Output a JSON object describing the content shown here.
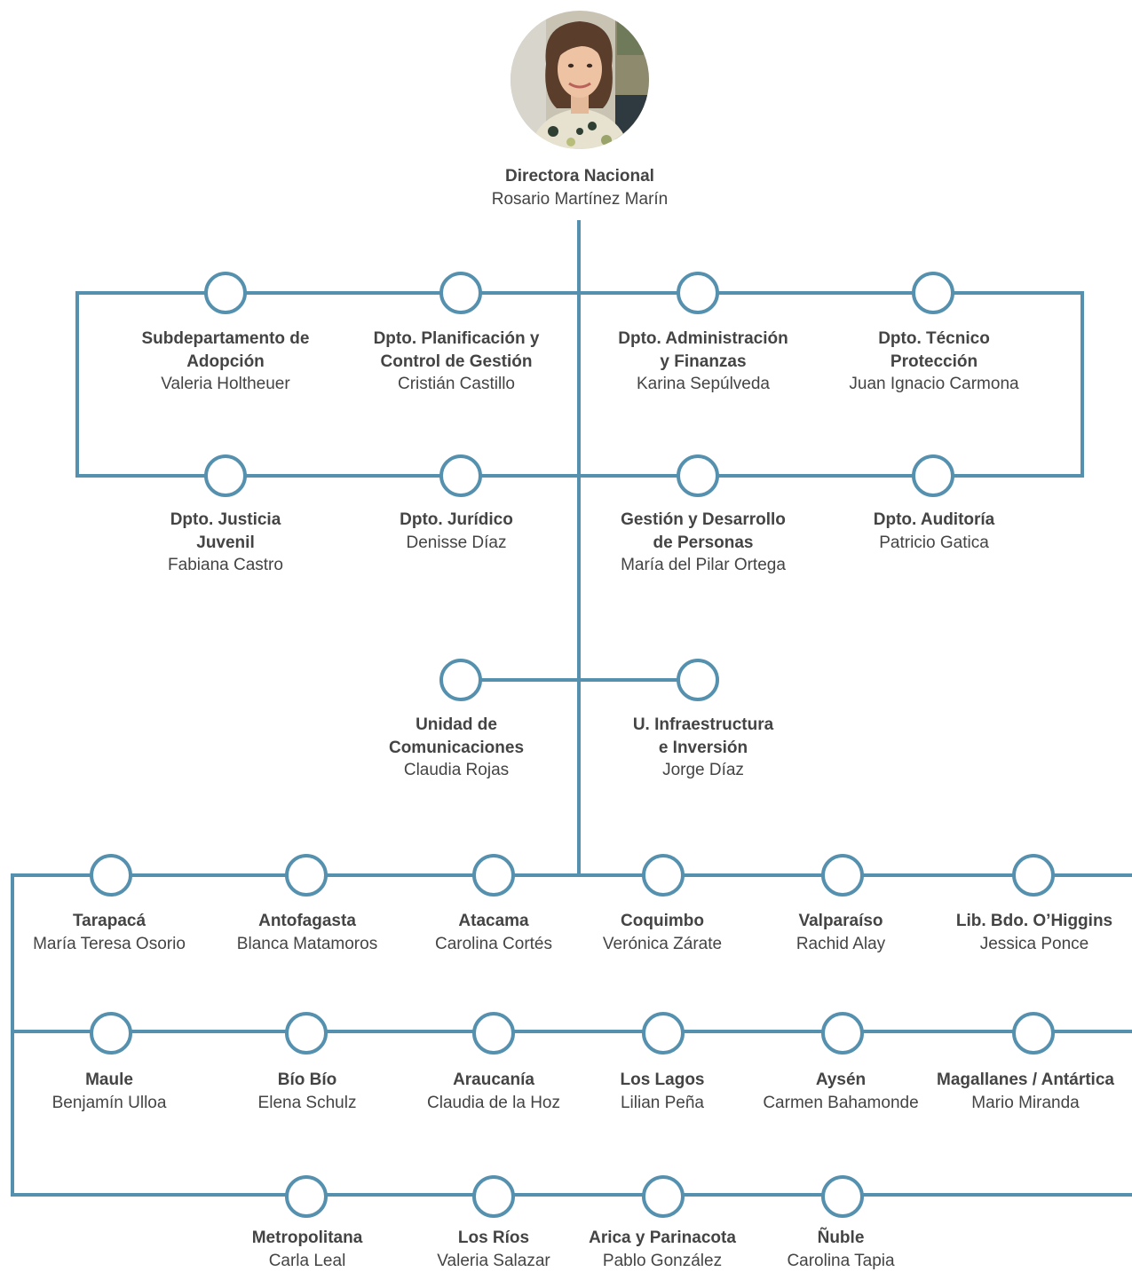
{
  "director": {
    "title": "Directora Nacional",
    "name": "Rosario Martínez Marín"
  },
  "colors": {
    "line": "#5591ae",
    "text": "#444444"
  },
  "departments": [
    {
      "title": "Subdepartamento de\nAdopción",
      "name": "Valeria Holtheuer"
    },
    {
      "title": "Dpto. Planificación y\nControl de Gestión",
      "name": "Cristián Castillo"
    },
    {
      "title": "Dpto. Administración\ny Finanzas",
      "name": "Karina Sepúlveda"
    },
    {
      "title": "Dpto. Técnico\nProtección",
      "name": "Juan Ignacio Carmona"
    },
    {
      "title": "Dpto. Justicia\nJuvenil",
      "name": "Fabiana Castro"
    },
    {
      "title": "Dpto. Jurídico",
      "name": "Denisse Díaz"
    },
    {
      "title": "Gestión y Desarrollo\nde Personas",
      "name": "María del Pilar Ortega"
    },
    {
      "title": "Dpto. Auditoría",
      "name": "Patricio Gatica"
    }
  ],
  "units": [
    {
      "title": "Unidad de\nComunicaciones",
      "name": "Claudia Rojas"
    },
    {
      "title": "U. Infraestructura\ne Inversión",
      "name": "Jorge Díaz"
    }
  ],
  "regions": [
    {
      "title": "Tarapacá",
      "name": "María Teresa Osorio"
    },
    {
      "title": "Antofagasta",
      "name": "Blanca Matamoros"
    },
    {
      "title": "Atacama",
      "name": "Carolina Cortés"
    },
    {
      "title": "Coquimbo",
      "name": "Verónica Zárate"
    },
    {
      "title": "Valparaíso",
      "name": "Rachid Alay"
    },
    {
      "title": "Lib. Bdo. O’Higgins",
      "name": "Jessica Ponce"
    },
    {
      "title": "Maule",
      "name": "Benjamín Ulloa"
    },
    {
      "title": "Bío Bío",
      "name": "Elena Schulz"
    },
    {
      "title": "Araucanía",
      "name": "Claudia de la Hoz"
    },
    {
      "title": "Los Lagos",
      "name": "Lilian Peña"
    },
    {
      "title": "Aysén",
      "name": "Carmen Bahamonde"
    },
    {
      "title": "Magallanes / Antártica",
      "name": "Mario Miranda"
    },
    {
      "title": "Metropolitana",
      "name": "Carla Leal"
    },
    {
      "title": "Los Ríos",
      "name": "Valeria Salazar"
    },
    {
      "title": "Arica y Parinacota",
      "name": "Pablo González"
    },
    {
      "title": "Ñuble",
      "name": "Carolina Tapia"
    }
  ]
}
